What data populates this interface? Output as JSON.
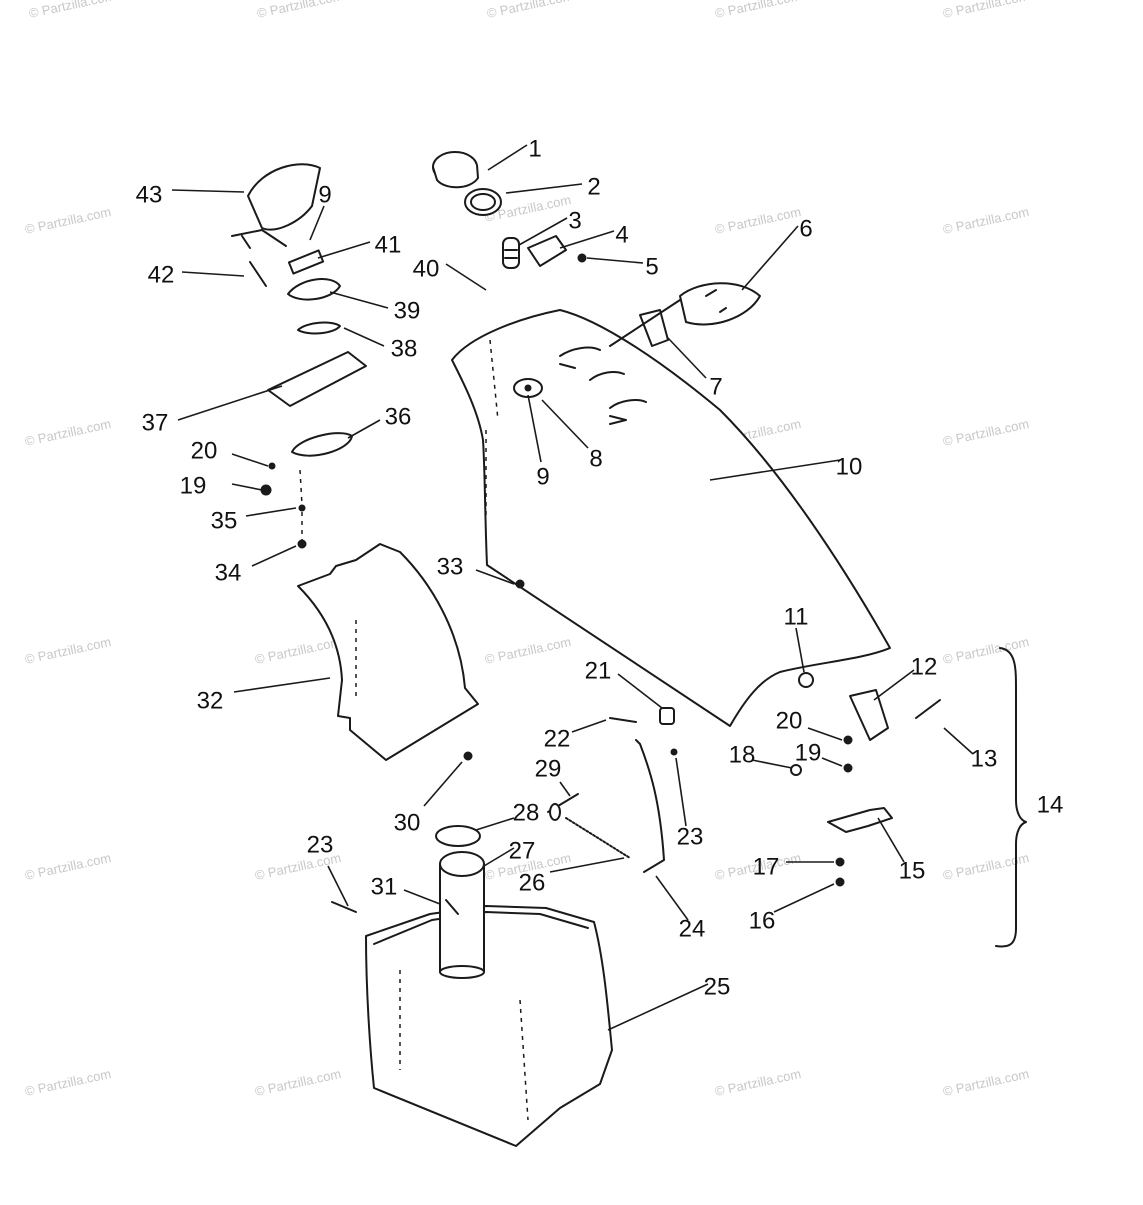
{
  "diagram": {
    "labels": [
      "1",
      "2",
      "3",
      "4",
      "5",
      "6",
      "7",
      "8",
      "9",
      "9",
      "10",
      "11",
      "12",
      "13",
      "14",
      "15",
      "16",
      "17",
      "18",
      "19",
      "19",
      "20",
      "20",
      "21",
      "22",
      "23",
      "23",
      "24",
      "25",
      "26",
      "27",
      "28",
      "29",
      "30",
      "31",
      "32",
      "33",
      "34",
      "35",
      "36",
      "37",
      "38",
      "39",
      "40",
      "41",
      "42",
      "43"
    ],
    "watermark": "© Partzilla.com",
    "colors": {
      "line": "#1a1a1a",
      "watermark": "#c8c8c8",
      "background": "#ffffff"
    }
  }
}
